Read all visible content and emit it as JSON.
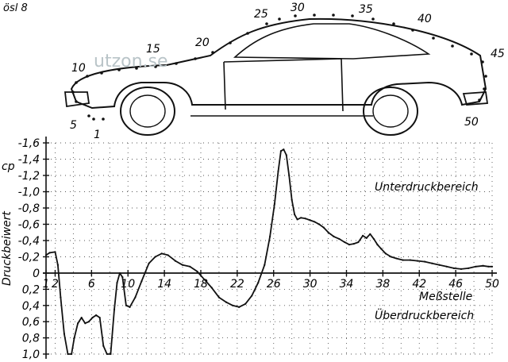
{
  "figure": {
    "corner_note": "ösl 8",
    "watermark": "utzon.se"
  },
  "car": {
    "point_labels": [
      "1",
      "5",
      "10",
      "15",
      "20",
      "25",
      "30",
      "35",
      "40",
      "45",
      "50"
    ]
  },
  "chart_data": {
    "type": "line",
    "title": "",
    "ylabel": "Druckbeiwert",
    "ylabel_symbol": "cp",
    "xlabel": "Meßstelle",
    "xlim": [
      1,
      50
    ],
    "ylim_display": [
      -1.6,
      1.0
    ],
    "y_inverted": true,
    "grid": true,
    "region_labels": {
      "suction": "Unterdruckbereich",
      "pressure": "Überdruckbereich"
    },
    "x_ticks": [
      "1",
      "2",
      "6",
      "10",
      "14",
      "18",
      "22",
      "26",
      "30",
      "34",
      "38",
      "42",
      "46",
      "50"
    ],
    "x_tick_values": [
      1,
      2,
      6,
      10,
      14,
      18,
      22,
      26,
      30,
      34,
      38,
      42,
      46,
      50
    ],
    "y_ticks_upper": [
      "-1,6",
      "-1,4",
      "-1,2",
      "-1,0",
      "-0,8",
      "-0,6",
      "-0,4",
      "-0,2",
      "0"
    ],
    "y_ticks_upper_values": [
      -1.6,
      -1.4,
      -1.2,
      -1.0,
      -0.8,
      -0.6,
      -0.4,
      -0.2,
      0
    ],
    "y_ticks_lower": [
      "0,2",
      "0,4",
      "0,6",
      "0,8",
      "1,0"
    ],
    "y_ticks_lower_values": [
      0.2,
      0.4,
      0.6,
      0.8,
      1.0
    ],
    "series": [
      {
        "x": [
          1,
          1.4,
          2,
          2.3,
          2.6,
          3,
          3.4,
          3.8,
          4.1,
          4.5,
          4.9,
          5.3,
          5.7,
          6.1,
          6.5,
          6.9,
          7.3,
          7.7,
          8.1,
          8.5,
          8.8,
          9.1,
          9.4,
          9.8,
          10.2,
          10.8,
          11.5,
          12.3,
          13,
          13.7,
          14.4,
          15.2,
          16,
          16.8,
          17.6,
          18.4,
          19.2,
          20,
          20.8,
          21.5,
          22.2,
          22.9,
          23.6,
          24.3,
          25,
          25.6,
          26.1,
          26.5,
          26.8,
          27.1,
          27.4,
          27.7,
          28,
          28.3,
          28.6,
          29,
          29.5,
          30,
          30.5,
          31,
          31.5,
          32,
          32.6,
          33.2,
          33.8,
          34.3,
          34.8,
          35.3,
          35.8,
          36.2,
          36.6,
          37,
          37.4,
          37.8,
          38.3,
          38.9,
          39.5,
          40.2,
          41,
          41.8,
          42.6,
          43.4,
          44.2,
          45,
          45.8,
          46.6,
          47.4,
          48.2,
          49,
          49.6,
          50
        ],
        "y": [
          -0.22,
          -0.25,
          -0.26,
          -0.1,
          0.3,
          0.75,
          1.0,
          1.0,
          0.8,
          0.62,
          0.55,
          0.62,
          0.6,
          0.55,
          0.52,
          0.55,
          0.9,
          1.0,
          1.0,
          0.45,
          0.12,
          0.0,
          0.05,
          0.4,
          0.42,
          0.3,
          0.1,
          -0.12,
          -0.2,
          -0.24,
          -0.22,
          -0.15,
          -0.1,
          -0.08,
          -0.02,
          0.08,
          0.18,
          0.3,
          0.36,
          0.4,
          0.42,
          0.38,
          0.28,
          0.12,
          -0.1,
          -0.45,
          -0.85,
          -1.25,
          -1.5,
          -1.52,
          -1.45,
          -1.2,
          -0.9,
          -0.72,
          -0.66,
          -0.68,
          -0.67,
          -0.65,
          -0.63,
          -0.6,
          -0.56,
          -0.5,
          -0.45,
          -0.42,
          -0.38,
          -0.35,
          -0.36,
          -0.38,
          -0.46,
          -0.43,
          -0.48,
          -0.42,
          -0.35,
          -0.3,
          -0.24,
          -0.2,
          -0.18,
          -0.16,
          -0.16,
          -0.15,
          -0.14,
          -0.12,
          -0.1,
          -0.08,
          -0.06,
          -0.05,
          -0.06,
          -0.08,
          -0.09,
          -0.08,
          -0.08
        ]
      }
    ]
  }
}
